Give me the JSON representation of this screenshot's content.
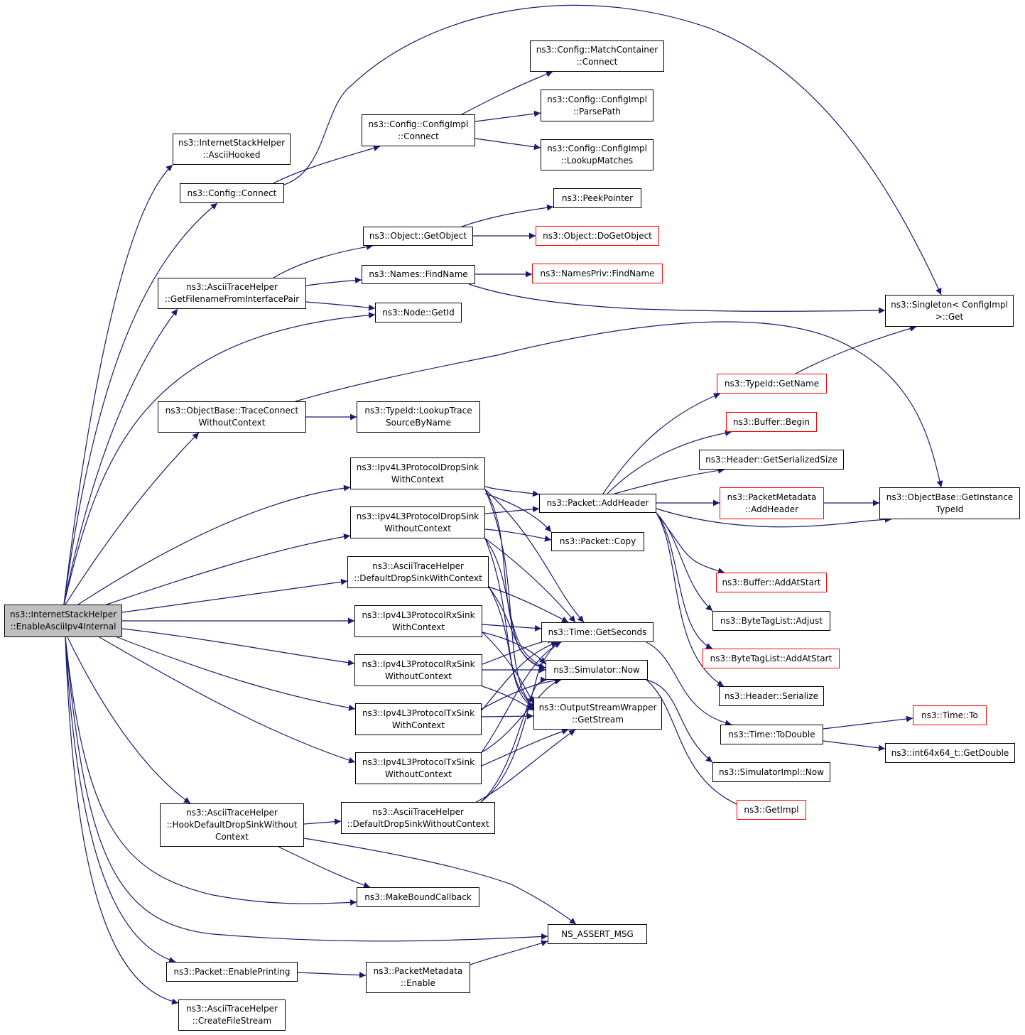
{
  "colors": {
    "edge": "#191970",
    "node_border": "#000000",
    "external_border": "#ff0000",
    "root_fill": "#bfbfbf"
  },
  "nodes": {
    "root": {
      "lines": [
        "ns3::InternetStackHelper",
        "::EnableAsciiIpv4Internal"
      ]
    },
    "asciiHooked": {
      "lines": [
        "ns3::InternetStackHelper",
        "::AsciiHooked"
      ]
    },
    "configConnect": {
      "lines": [
        "ns3::Config::Connect"
      ]
    },
    "getFilename": {
      "lines": [
        "ns3::AsciiTraceHelper",
        "::GetFilenameFromInterfacePair"
      ]
    },
    "traceConnect": {
      "lines": [
        "ns3::ObjectBase::TraceConnect",
        "WithoutContext"
      ]
    },
    "hookDefault": {
      "lines": [
        "ns3::AsciiTraceHelper",
        "::HookDefaultDropSinkWithout",
        "Context"
      ]
    },
    "enablePrinting": {
      "lines": [
        "ns3::Packet::EnablePrinting"
      ]
    },
    "createFileStream": {
      "lines": [
        "ns3::AsciiTraceHelper",
        "::CreateFileStream"
      ]
    },
    "configImplConnect": {
      "lines": [
        "ns3::Config::ConfigImpl",
        "::Connect"
      ]
    },
    "getObject": {
      "lines": [
        "ns3::Object::GetObject"
      ]
    },
    "findName": {
      "lines": [
        "ns3::Names::FindName"
      ]
    },
    "nodeGetId": {
      "lines": [
        "ns3::Node::GetId"
      ]
    },
    "lookupTrace": {
      "lines": [
        "ns3::TypeId::LookupTrace",
        "SourceByName"
      ]
    },
    "dropSinkWith": {
      "lines": [
        "ns3::Ipv4L3ProtocolDropSink",
        "WithContext"
      ]
    },
    "dropSinkWithout": {
      "lines": [
        "ns3::Ipv4L3ProtocolDropSink",
        "WithoutContext"
      ]
    },
    "defaultDropWith": {
      "lines": [
        "ns3::AsciiTraceHelper",
        "::DefaultDropSinkWithContext"
      ]
    },
    "rxWith": {
      "lines": [
        "ns3::Ipv4L3ProtocolRxSink",
        "WithContext"
      ]
    },
    "rxWithout": {
      "lines": [
        "ns3::Ipv4L3ProtocolRxSink",
        "WithoutContext"
      ]
    },
    "txWith": {
      "lines": [
        "ns3::Ipv4L3ProtocolTxSink",
        "WithContext"
      ]
    },
    "txWithout": {
      "lines": [
        "ns3::Ipv4L3ProtocolTxSink",
        "WithoutContext"
      ]
    },
    "defaultDropWithout": {
      "lines": [
        "ns3::AsciiTraceHelper",
        "::DefaultDropSinkWithoutContext"
      ]
    },
    "makeBound": {
      "lines": [
        "ns3::MakeBoundCallback"
      ]
    },
    "assertMsg": {
      "lines": [
        "NS_ASSERT_MSG"
      ]
    },
    "metadataEnable": {
      "lines": [
        "ns3::PacketMetadata",
        "::Enable"
      ]
    },
    "matchConnect": {
      "lines": [
        "ns3::Config::MatchContainer",
        "::Connect"
      ]
    },
    "parsePath": {
      "lines": [
        "ns3::Config::ConfigImpl",
        "::ParsePath"
      ]
    },
    "lookupMatches": {
      "lines": [
        "ns3::Config::ConfigImpl",
        "::LookupMatches"
      ]
    },
    "peekPointer": {
      "lines": [
        "ns3::PeekPointer"
      ]
    },
    "doGetObject": {
      "lines": [
        "ns3::Object::DoGetObject"
      ]
    },
    "namesPrivFind": {
      "lines": [
        "ns3::NamesPriv::FindName"
      ]
    },
    "addHeader": {
      "lines": [
        "ns3::Packet::AddHeader"
      ]
    },
    "packetCopy": {
      "lines": [
        "ns3::Packet::Copy"
      ]
    },
    "getSeconds": {
      "lines": [
        "ns3::Time::GetSeconds"
      ]
    },
    "simNow": {
      "lines": [
        "ns3::Simulator::Now"
      ]
    },
    "getStream": {
      "lines": [
        "ns3::OutputStreamWrapper",
        "::GetStream"
      ]
    },
    "singletonGet": {
      "lines": [
        "ns3::Singleton< ConfigImpl",
        " >::Get"
      ]
    },
    "typeIdGetName": {
      "lines": [
        "ns3::TypeId::GetName"
      ]
    },
    "bufferBegin": {
      "lines": [
        "ns3::Buffer::Begin"
      ]
    },
    "getSerializedSize": {
      "lines": [
        "ns3::Header::GetSerializedSize"
      ]
    },
    "metadataAddHeader": {
      "lines": [
        "ns3::PacketMetadata",
        "::AddHeader"
      ]
    },
    "getInstanceTypeId": {
      "lines": [
        "ns3::ObjectBase::GetInstance",
        "TypeId"
      ]
    },
    "bufferAddAtStart": {
      "lines": [
        "ns3::Buffer::AddAtStart"
      ]
    },
    "byteTagAdjust": {
      "lines": [
        "ns3::ByteTagList::Adjust"
      ]
    },
    "byteTagAddAtStart": {
      "lines": [
        "ns3::ByteTagList::AddAtStart"
      ]
    },
    "headerSerialize": {
      "lines": [
        "ns3::Header::Serialize"
      ]
    },
    "timeToDouble": {
      "lines": [
        "ns3::Time::ToDouble"
      ]
    },
    "simImplNow": {
      "lines": [
        "ns3::SimulatorImpl::Now"
      ]
    },
    "getImpl": {
      "lines": [
        "ns3::GetImpl"
      ]
    },
    "timeTo": {
      "lines": [
        "ns3::Time::To"
      ]
    },
    "int64GetDouble": {
      "lines": [
        "ns3::int64x64_t::GetDouble"
      ]
    }
  }
}
